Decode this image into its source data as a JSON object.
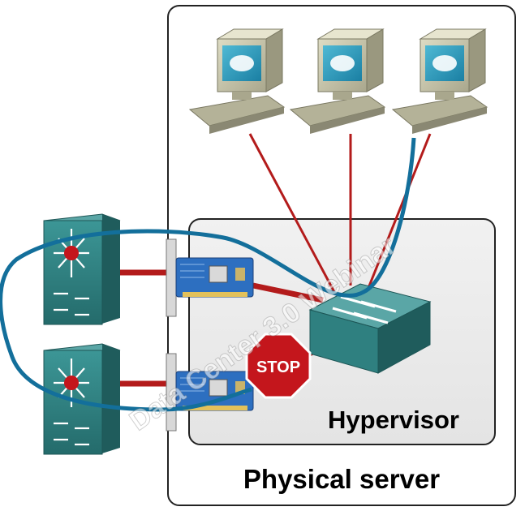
{
  "labels": {
    "hypervisor": "Hypervisor",
    "physical_server": "Physical server",
    "stop_sign": "STOP",
    "watermark": "Data Center 3.0 Webinar"
  },
  "colors": {
    "vm_link": "#b31b1b",
    "loop_path": "#136f9b",
    "switch": "#2f8080",
    "stop_sign": "#c4161c",
    "nic_board": "#2d6fc0",
    "hypervisor_box": "#ebebeb",
    "server_box_border": "#222222"
  },
  "icons": {
    "virtual_machines": [
      "computer-icon",
      "computer-icon",
      "computer-icon"
    ],
    "physical_switches": [
      "layer3-switch-icon",
      "layer3-switch-icon"
    ],
    "nics": [
      "network-card-icon",
      "network-card-icon"
    ],
    "virtual_switch": "workgroup-switch-icon",
    "blocked_port": "stop-sign-icon"
  }
}
